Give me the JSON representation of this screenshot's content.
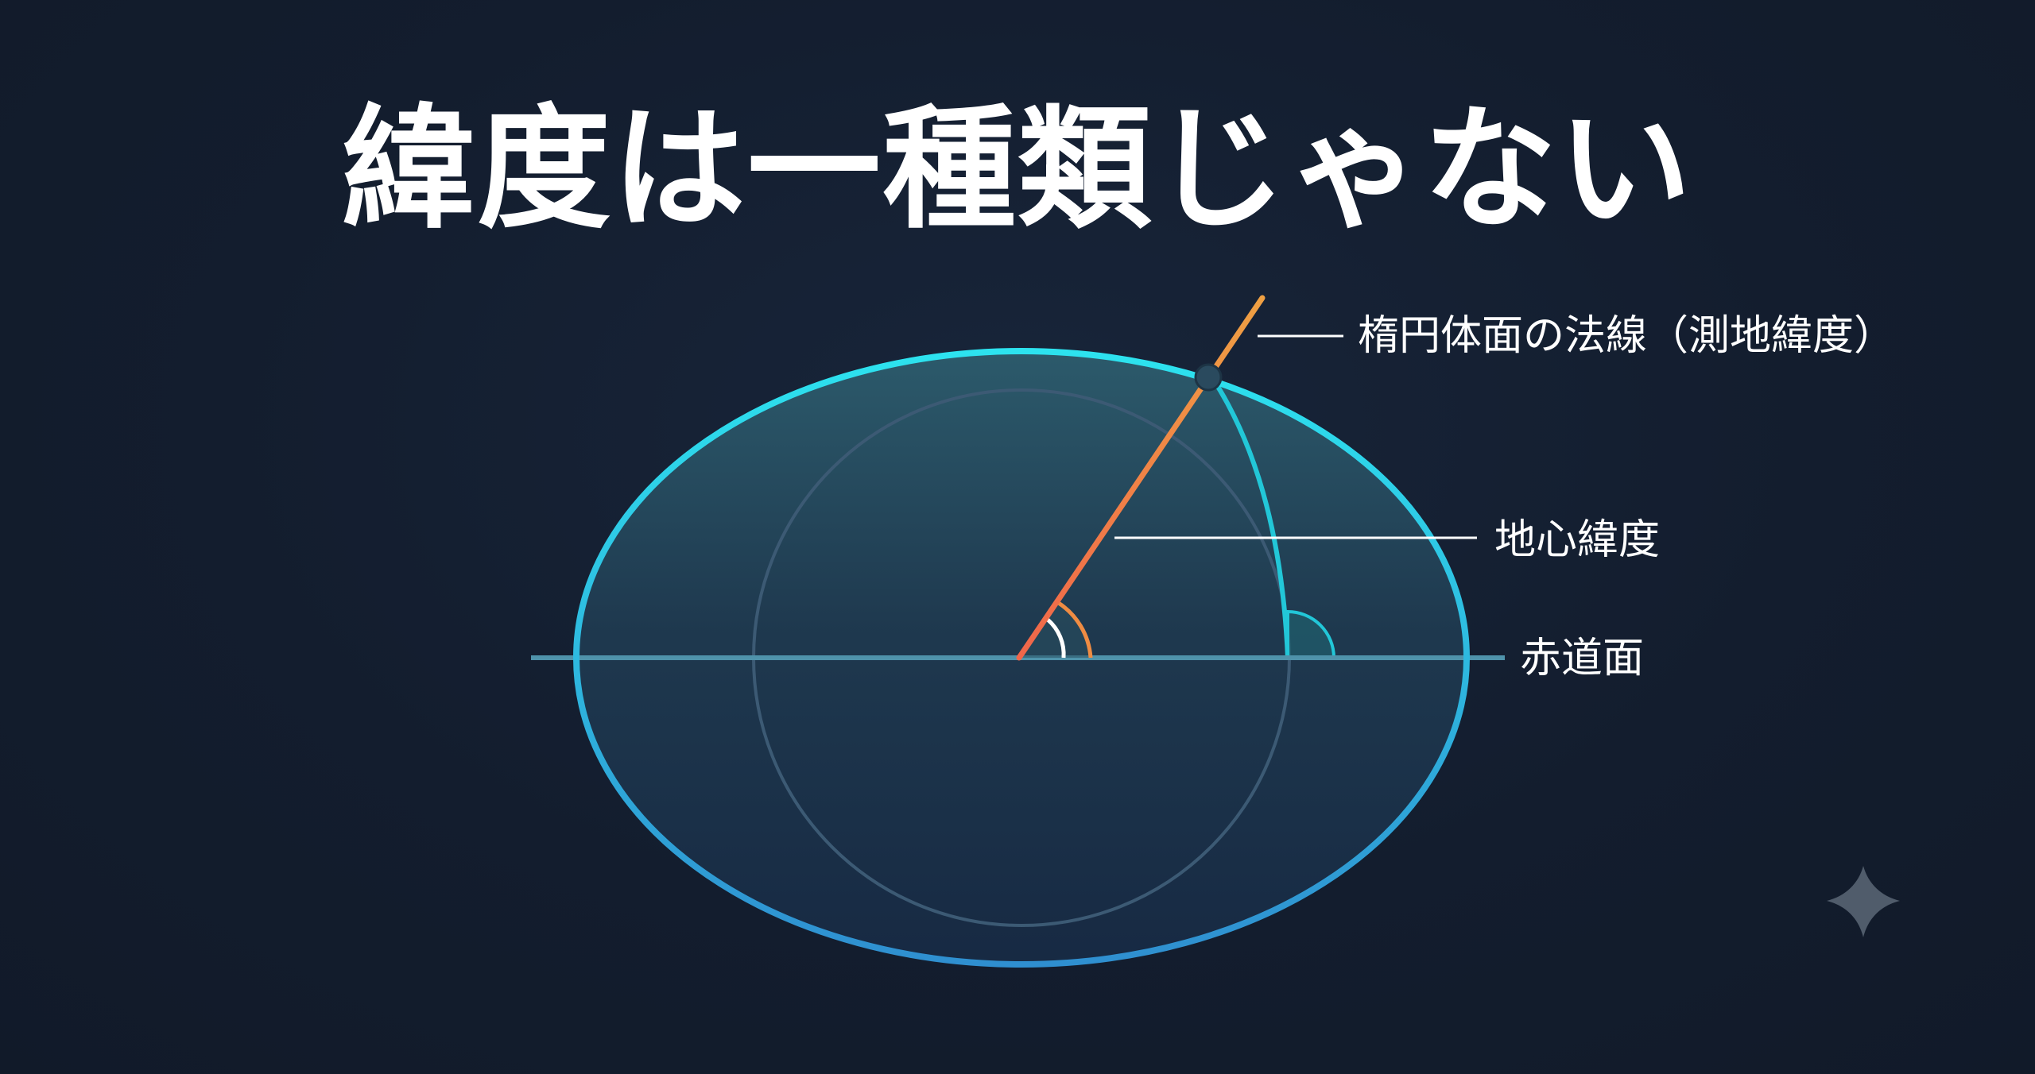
{
  "title": "緯度は一種類じゃない",
  "labels": {
    "normal": "楕円体面の法線（測地緯度）",
    "geocentric": "地心緯度",
    "equator": "赤道面"
  },
  "colors": {
    "background": "#131d2e",
    "ellipse_stroke_top": "#2de3ef",
    "ellipse_stroke_bottom": "#2f8fd0",
    "normal_line": "#ef8c43",
    "equator_line": "#4f93ab",
    "meridian_line": "#22c7d8",
    "sphere_outline": "#3c5a74",
    "label_text": "#ffffff",
    "sparkle": "#505c6b"
  },
  "icons": {
    "corner": "sparkle-icon"
  }
}
